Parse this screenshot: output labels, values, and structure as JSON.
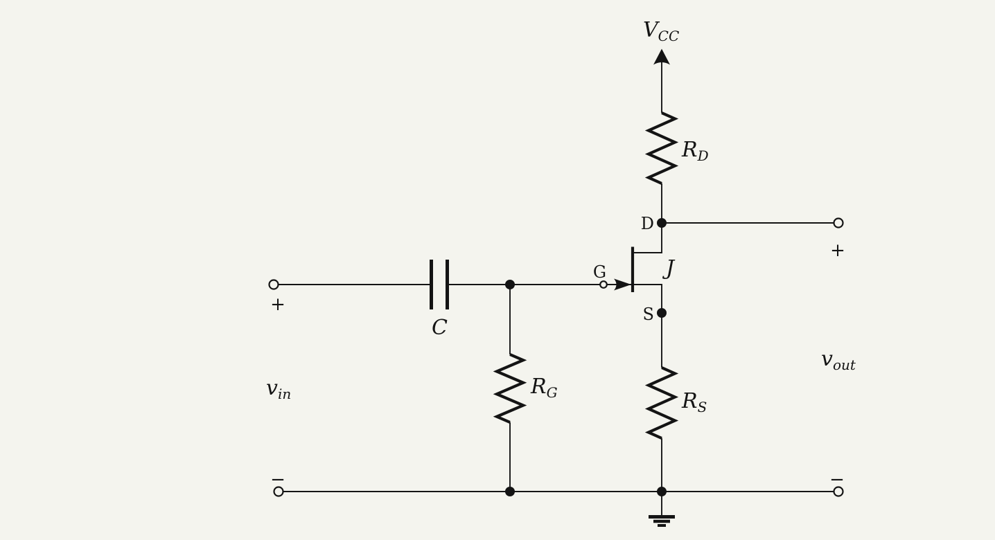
{
  "diagram": {
    "type": "circuit-schematic",
    "description": "JFET common-source amplifier with capacitive input coupling, gate resistor, drain resistor to supply, source degeneration resistor and grounded common rail",
    "colors": {
      "background": "#f4f4ee",
      "ink": "#141414"
    },
    "components": [
      {
        "id": "C",
        "kind": "capacitor",
        "label": "C"
      },
      {
        "id": "RG",
        "kind": "resistor",
        "label": "RG",
        "connects": [
          "gate node",
          "ground rail"
        ]
      },
      {
        "id": "RD",
        "kind": "resistor",
        "label": "RD",
        "connects": [
          "VCC",
          "drain node D"
        ]
      },
      {
        "id": "RS",
        "kind": "resistor",
        "label": "RS",
        "connects": [
          "source node S",
          "ground rail"
        ]
      },
      {
        "id": "J",
        "kind": "n-jfet",
        "label": "J",
        "terminals": [
          "G",
          "D",
          "S"
        ]
      },
      {
        "id": "GND",
        "kind": "ground-symbol"
      },
      {
        "id": "VCC",
        "kind": "supply-arrow",
        "label": "VCC"
      }
    ]
  },
  "labels": {
    "vcc": {
      "main": "V",
      "sub": "CC"
    },
    "rd": {
      "main": "R",
      "sub": "D"
    },
    "rg": {
      "main": "R",
      "sub": "G"
    },
    "rs": {
      "main": "R",
      "sub": "S"
    },
    "cap": {
      "main": "C"
    },
    "jfet": {
      "main": "J"
    },
    "gate": "G",
    "drain": "D",
    "source": "S",
    "vin": {
      "main": "v",
      "sub": "in"
    },
    "vout": {
      "main": "v",
      "sub": "out"
    },
    "in_plus": "+",
    "in_minus": "−",
    "out_plus": "+",
    "out_minus": "−"
  }
}
